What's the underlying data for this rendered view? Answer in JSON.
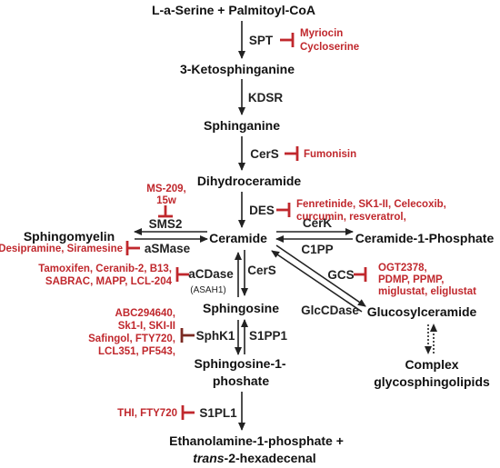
{
  "colors": {
    "metabolite": "#111111",
    "enzyme": "#222222",
    "inhibitor": "#c0282d",
    "arrow": "#222222"
  },
  "metabolites": {
    "serine": "L-a-Serine + Palmitoyl-CoA",
    "ketosphinganine": "3-Ketosphinganine",
    "sphinganine": "Sphinganine",
    "dihydroceramide": "Dihydroceramide",
    "ceramide": "Ceramide",
    "sphingomyelin": "Sphingomyelin",
    "ceramide1p": "Ceramide-1-Phosphate",
    "sphingosine": "Sphingosine",
    "glucosylceramide": "Glucosylceramide",
    "s1p_line1": "Sphingosine-1-",
    "s1p_line2": "phoshate",
    "complex_line1": "Complex",
    "complex_line2": "glycosphingolipids",
    "final_line1": "Ethanolamine-1-phosphate +",
    "final_line2a": "trans",
    "final_line2b": "-2-hexadecenal"
  },
  "enzymes": {
    "spt": "SPT",
    "kdsr": "KDSR",
    "cers1": "CerS",
    "des": "DES",
    "sms2": "SMS2",
    "asmase": "aSMase",
    "cerk": "CerK",
    "c1pp": "C1PP",
    "acdase": "aCDase",
    "asah1": "(ASAH1)",
    "cers2": "CerS",
    "gcs": "GCS",
    "glccdase": "GlcCDase",
    "sphk1": "SphK1",
    "s1pp1": "S1PP1",
    "s1pl1": "S1PL1"
  },
  "inhibitors": {
    "spt": [
      "Myriocin",
      "Cycloserine"
    ],
    "cers": [
      "Fumonisin"
    ],
    "sms2": [
      "MS-209,",
      "15w"
    ],
    "des": [
      "Fenretinide, SK1-II, Celecoxib,",
      "curcumin, resveratrol,"
    ],
    "asmase": [
      "Desipramine, Siramesine"
    ],
    "acdase": [
      "Tamoxifen, Ceranib-2, B13,",
      "SABRAC, MAPP, LCL-204"
    ],
    "gcs": [
      "OGT2378,",
      "PDMP, PPMP,",
      "miglustat, eliglustat"
    ],
    "sphk1": [
      "ABC294640,",
      "Sk1-I, SKI-II",
      "Safingol, FTY720,",
      "LCL351, PF543,"
    ],
    "s1pl1": [
      "THI, FTY720"
    ]
  }
}
